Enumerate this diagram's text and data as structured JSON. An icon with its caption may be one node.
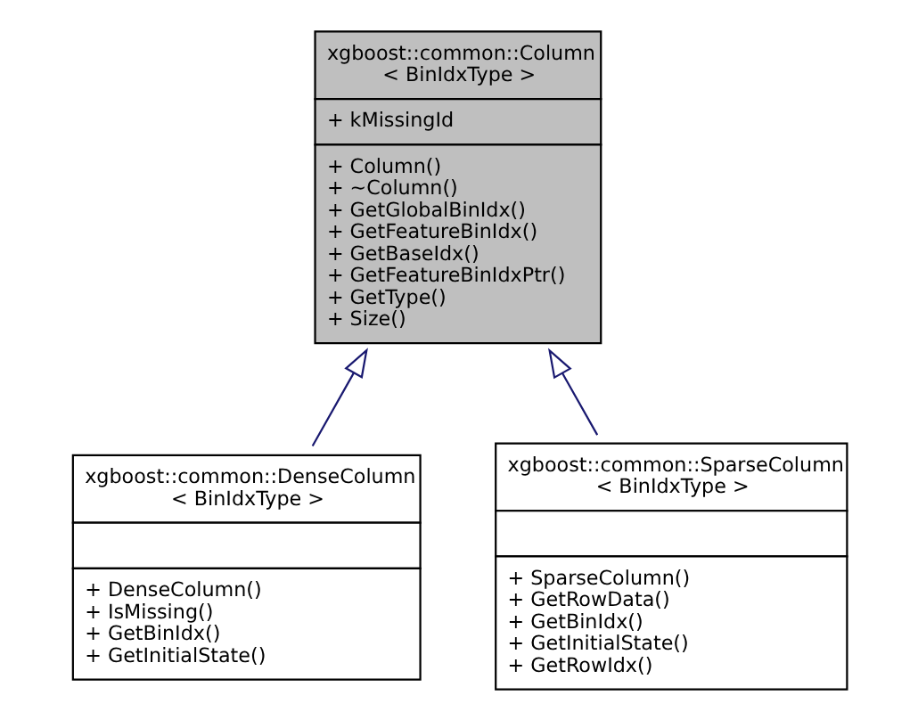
{
  "diagram": {
    "nodes": [
      {
        "text": [
          "xgboost::common::Column < BinIdxType >",
          "+ kMissingId",
          "+ Column() + ~Column() + GetGlobalBinIdx() + GetFeatureBinIdx() + GetBaseIdx() + GetFeatureBinIdxPtr() + GetType() + Size()"
        ]
      },
      {
        "text": [
          "xgboost::common::DenseColumn < BinIdxType >",
          "+ DenseColumn() + IsMissing() + GetBinIdx() + GetInitialState()"
        ]
      },
      {
        "text": [
          "xgboost::common::SparseColumn < BinIdxType >",
          "+ SparseColumn() + GetRowData() + GetBinIdx() + GetInitialState() + GetRowIdx()"
        ]
      }
    ],
    "edges": [
      {
        "from": 1,
        "to": 0,
        "arrow": "to"
      },
      {
        "from": 2,
        "to": 0,
        "arrow": "to"
      }
    ]
  }
}
